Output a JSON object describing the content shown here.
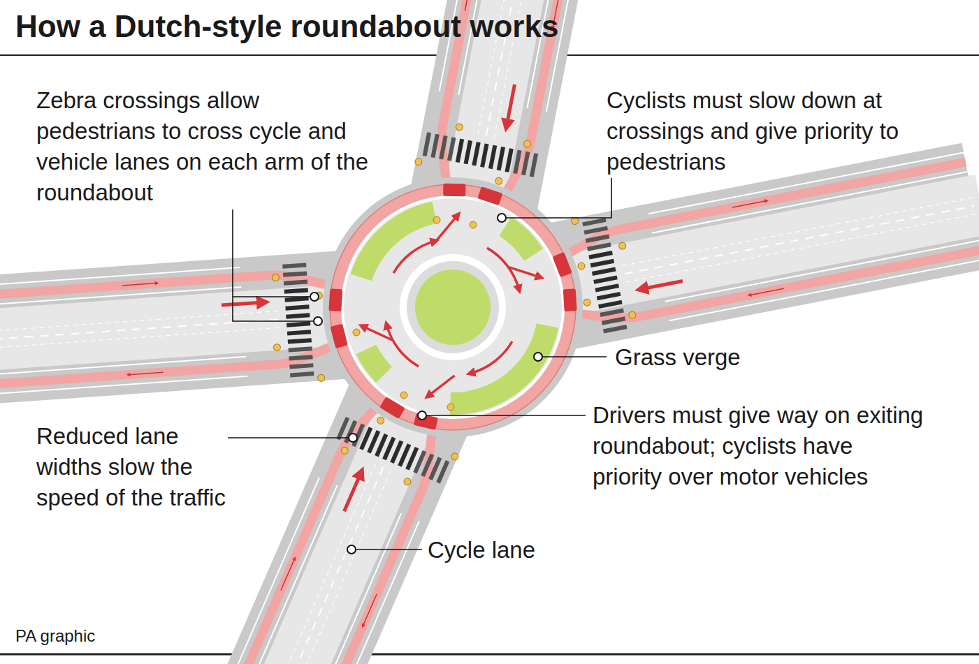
{
  "diagram": {
    "title": "How a Dutch-style roundabout works",
    "caption": "PA graphic",
    "labels": [
      "Zebra crossings allow pedestrians to cross cycle and vehicle lanes on each arm of the roundabout",
      "Cyclists must slow down at crossings and give priority to pedestrians",
      "Grass verge",
      "Drivers must give way on exiting roundabout; cyclists have priority over motor vehicles",
      "Reduced lane widths slow the speed of the traffic",
      "Cycle lane"
    ]
  }
}
